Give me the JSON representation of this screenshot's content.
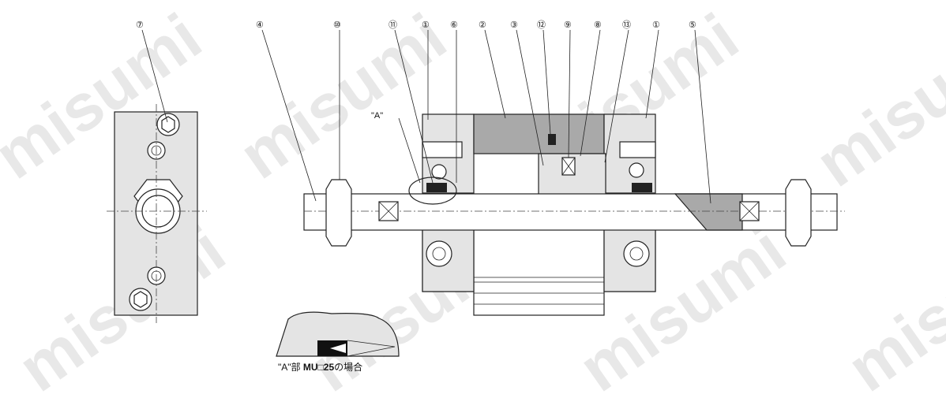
{
  "watermark": "misumi",
  "part_labels": [
    "⑦",
    "④",
    "⑩",
    "⑪",
    "①",
    "⑥",
    "②",
    "③",
    "⑫",
    "⑨",
    "⑧",
    "⑬",
    "①",
    "⑤"
  ],
  "callout": "\"A\"",
  "caption": {
    "prefix": "\"A\"部 ",
    "model": "MU□25",
    "suffix": "の場合"
  }
}
